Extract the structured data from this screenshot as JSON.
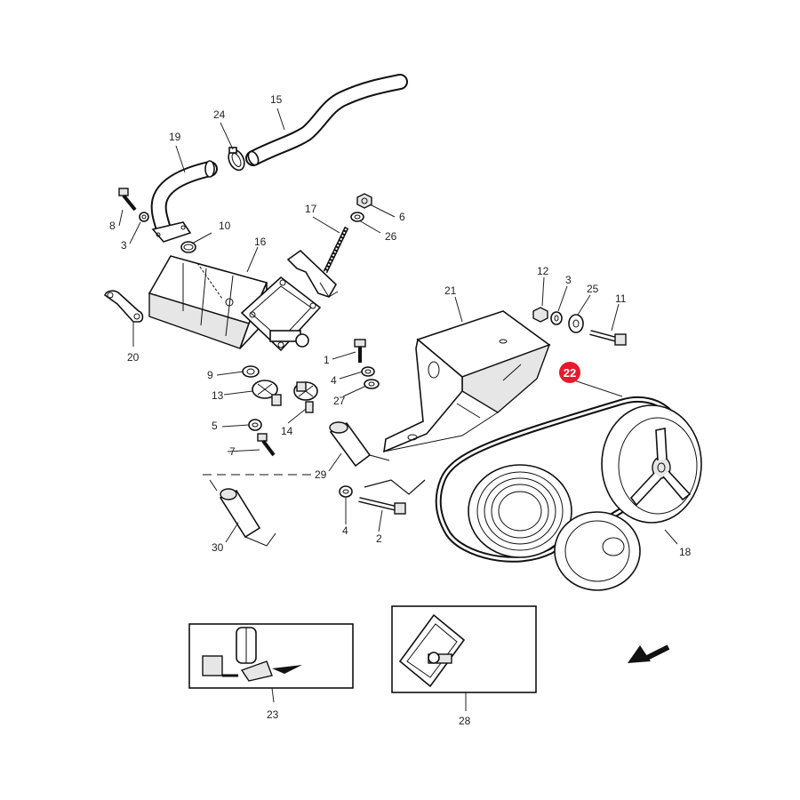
{
  "callouts": {
    "c1": "1",
    "c2": "2",
    "c3a": "3",
    "c3b": "3",
    "c4a": "4",
    "c4b": "4",
    "c5": "5",
    "c6": "6",
    "c7": "7",
    "c8": "8",
    "c9": "9",
    "c10": "10",
    "c11": "11",
    "c12": "12",
    "c13": "13",
    "c14": "14",
    "c15": "15",
    "c16": "16",
    "c17": "17",
    "c18": "18",
    "c19": "19",
    "c20": "20",
    "c21": "21",
    "c23": "23",
    "c24": "24",
    "c25": "25",
    "c26": "26",
    "c27": "27",
    "c28": "28",
    "c29": "29",
    "c30": "30"
  },
  "highlight": {
    "label": "22",
    "color": "#e8192c"
  },
  "colors": {
    "line": "#111111",
    "background": "#ffffff"
  }
}
